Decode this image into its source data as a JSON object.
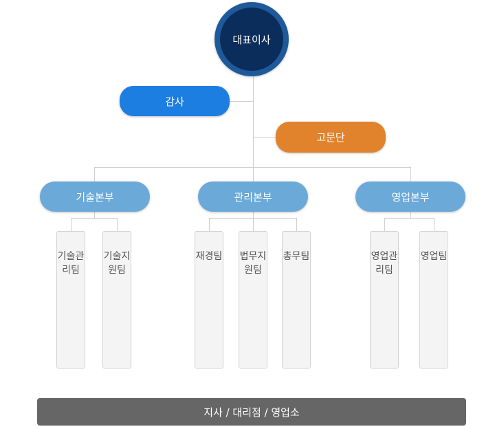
{
  "ceo": "대표이사",
  "audit": "감사",
  "advisory": "고문단",
  "divisions": [
    {
      "name": "기술본부",
      "teams": [
        "기술관리팀",
        "기술지원팀"
      ]
    },
    {
      "name": "관리본부",
      "teams": [
        "재경팀",
        "법무지원팀",
        "총무팀"
      ]
    },
    {
      "name": "영업본부",
      "teams": [
        "영업관리팀",
        "영업팀"
      ]
    }
  ],
  "branch": "지사 / 대리점 / 영업소"
}
